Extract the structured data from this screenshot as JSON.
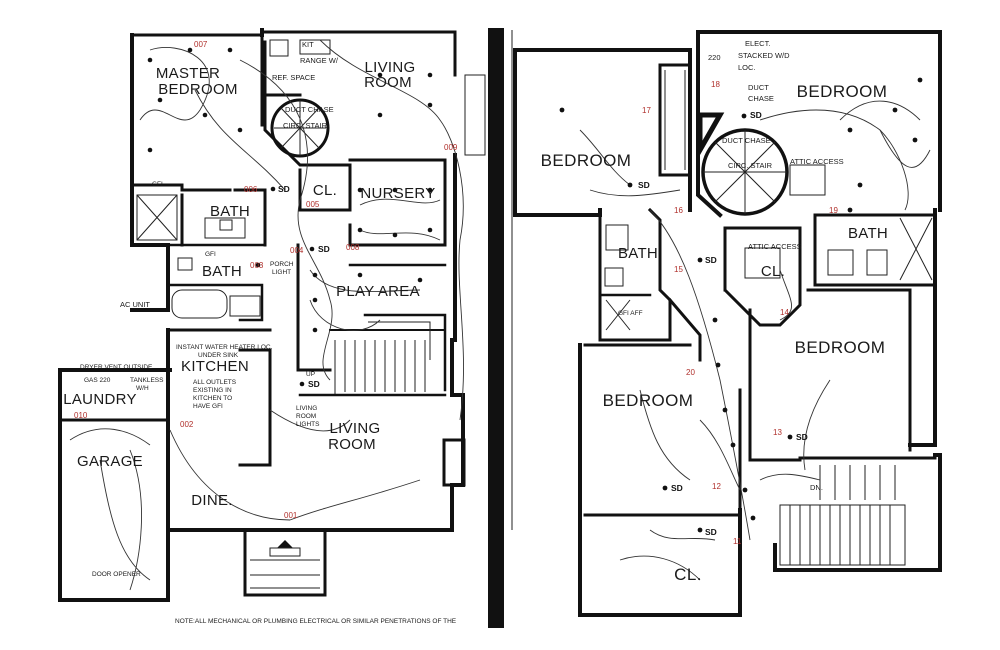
{
  "left_plan": {
    "rooms": {
      "master_bedroom": [
        "MASTER",
        "BEDROOM"
      ],
      "living_room_top": [
        "LIVING",
        "ROOM"
      ],
      "nursery": "NURSERY",
      "play_area": "PLAY AREA",
      "bath_upper": "BATH",
      "bath_lower": "BATH",
      "closet": "CL.",
      "kitchen": "KITCHEN",
      "laundry": "LAUNDRY",
      "garage": "GARAGE",
      "dine": "DINE.",
      "living_room_main": [
        "LIVING",
        "ROOM"
      ]
    },
    "notes": {
      "range": "RANGE W/",
      "kit": "KIT",
      "ref_space": "REF. SPACE",
      "duct_chase": "DUCT CHASE",
      "circ_stair": "CIRC. STAIR",
      "ac_unit": "AC UNIT",
      "porch_light": [
        "PORCH",
        "LIGHT"
      ],
      "instant_water_heater": [
        "INSTANT WATER HEATER LOC.",
        "UNDER SINK"
      ],
      "dryer_vent": "DRYER VENT OUTSIDE",
      "gas_220": "GAS 220",
      "tankless": [
        "TANKLESS",
        "W/H"
      ],
      "all_outlets": [
        "ALL OUTLETS",
        "EXISTING IN",
        "KITCHEN TO",
        "HAVE GFI"
      ],
      "up": "UP",
      "living_room_lights": [
        "LIVING",
        "ROOM",
        "LIGHTS"
      ],
      "door_opener": "DOOR OPENER",
      "footnote": "NOTE:ALL MECHANICAL OR PLUMBING ELECTRICAL OR SIMILAR PENETRATIONS OF THE"
    },
    "numbers": [
      "007",
      "006",
      "005",
      "004",
      "003",
      "008",
      "009",
      "010",
      "002",
      "001"
    ],
    "sd_label": "SD",
    "gfi": "GFI"
  },
  "right_plan": {
    "rooms": {
      "bedroom_nw": "BEDROOM",
      "bedroom_ne": "BEDROOM",
      "bath_w": "BATH",
      "bath_e": "BATH",
      "closet_mid": "CL.",
      "bedroom_e": "BEDROOM",
      "bedroom_sw": "BEDROOM",
      "closet_s": "CL."
    },
    "notes": {
      "elect": "ELECT.",
      "stacked": "STACKED W/D",
      "loc": "LOC.",
      "duct_chase_1": [
        "DUCT",
        "CHASE"
      ],
      "duct_chase_2": "DUCT CHASE",
      "circ_stair": "CIRC. STAIR",
      "attic_access_1": "ATTIC ACCESS",
      "attic_access_2": "ATTIC ACCESS",
      "gfi_aff": "GFI AFF",
      "dn": "DN.",
      "v220": "220"
    },
    "numbers": [
      "17",
      "18",
      "16",
      "15",
      "19",
      "14",
      "20",
      "13",
      "12",
      "11"
    ],
    "sd_label": "SD"
  }
}
